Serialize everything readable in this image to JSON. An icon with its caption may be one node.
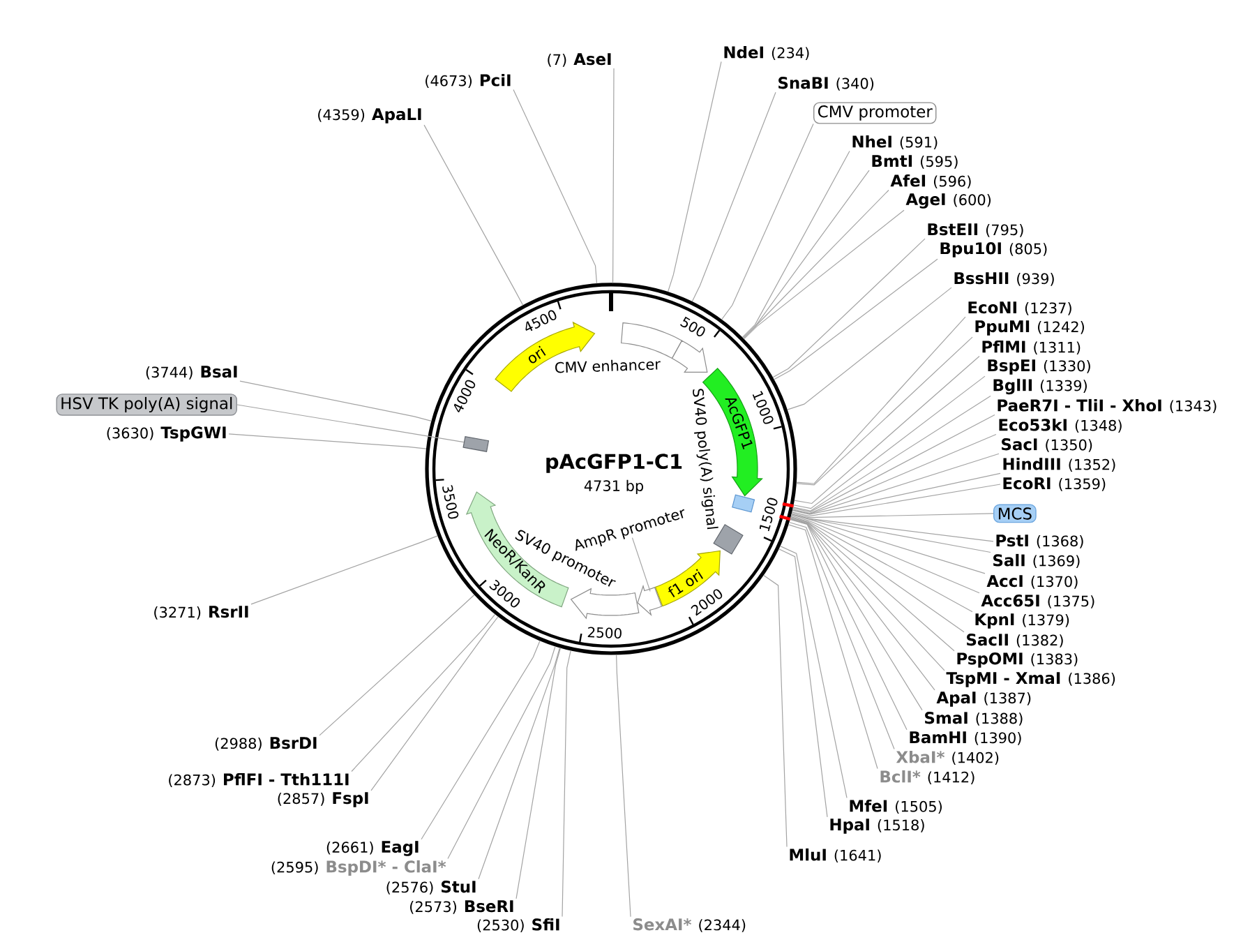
{
  "diagram": {
    "title": "pAcGFP1-C1",
    "nodes": [
      {
        "text": [
          "(7)",
          "AseI"
        ]
      },
      {
        "text": [
          "NdeI",
          "(234)"
        ]
      },
      {
        "text": [
          "SnaBI",
          "(340)"
        ]
      },
      {
        "text": [
          "CMV promoter"
        ]
      },
      {
        "text": [
          "NheI",
          "(591)"
        ]
      },
      {
        "text": [
          "BmtI",
          "(595)"
        ]
      },
      {
        "text": [
          "AfeI",
          "(596)"
        ]
      },
      {
        "text": [
          "AgeI",
          "(600)"
        ]
      },
      {
        "text": [
          "BstEII",
          "(795)"
        ]
      },
      {
        "text": [
          "Bpu10I",
          "(805)"
        ]
      },
      {
        "text": [
          "BssHII",
          "(939)"
        ]
      },
      {
        "text": [
          "EcoNI",
          "(1237)"
        ]
      },
      {
        "text": [
          "PpuMI",
          "(1242)"
        ]
      },
      {
        "text": [
          "PflMI",
          "(1311)"
        ]
      },
      {
        "text": [
          "BspEI",
          "(1330)"
        ]
      },
      {
        "text": [
          "BglII",
          "(1339)"
        ]
      },
      {
        "text": [
          "PaeR7I - TliI - XhoI",
          "(1343)"
        ]
      },
      {
        "text": [
          "Eco53kI",
          "(1348)"
        ]
      },
      {
        "text": [
          "SacI",
          "(1350)"
        ]
      },
      {
        "text": [
          "HindIII",
          "(1352)"
        ]
      },
      {
        "text": [
          "EcoRI",
          "(1359)"
        ]
      },
      {
        "text": [
          "MCS"
        ]
      },
      {
        "text": [
          "PstI",
          "(1368)"
        ]
      },
      {
        "text": [
          "SalI",
          "(1369)"
        ]
      },
      {
        "text": [
          "AccI",
          "(1370)"
        ]
      },
      {
        "text": [
          "Acc65I",
          "(1375)"
        ]
      },
      {
        "text": [
          "KpnI",
          "(1379)"
        ]
      },
      {
        "text": [
          "SacII",
          "(1382)"
        ]
      },
      {
        "text": [
          "PspOMI",
          "(1383)"
        ]
      },
      {
        "text": [
          "TspMI - XmaI",
          "(1386)"
        ]
      },
      {
        "text": [
          "ApaI",
          "(1387)"
        ]
      },
      {
        "text": [
          "SmaI",
          "(1388)"
        ]
      },
      {
        "text": [
          "BamHI",
          "(1390)"
        ]
      },
      {
        "text": [
          "XbaI*",
          "(1402)"
        ]
      },
      {
        "text": [
          "BclI*",
          "(1412)"
        ]
      },
      {
        "text": [
          "MfeI",
          "(1505)"
        ]
      },
      {
        "text": [
          "HpaI",
          "(1518)"
        ]
      },
      {
        "text": [
          "MluI",
          "(1641)"
        ]
      },
      {
        "text": [
          "SexAI*",
          "(2344)"
        ]
      },
      {
        "text": [
          "(2530)",
          "SfiI"
        ]
      },
      {
        "text": [
          "(2573)",
          "BseRI"
        ]
      },
      {
        "text": [
          "(2576)",
          "StuI"
        ]
      },
      {
        "text": [
          "(2595)",
          "BspDI* - ClaI*"
        ]
      },
      {
        "text": [
          "(2661)",
          "EagI"
        ]
      },
      {
        "text": [
          "(2857)",
          "FspI"
        ]
      },
      {
        "text": [
          "(2873)",
          "PflFI - Tth111I"
        ]
      },
      {
        "text": [
          "(2988)",
          "BsrDI"
        ]
      },
      {
        "text": [
          "(3271)",
          "RsrII"
        ]
      },
      {
        "text": [
          "(3630)",
          "TspGWI"
        ]
      },
      {
        "text": [
          "HSV TK poly(A) signal"
        ]
      },
      {
        "text": [
          "(3744)",
          "BsaI"
        ]
      },
      {
        "text": [
          "(4359)",
          "ApaLI"
        ]
      },
      {
        "text": [
          "(4673)",
          "PciI"
        ]
      },
      {
        "text": [],
        "shape": "circle"
      },
      {
        "text": [
          "CMV enhancer"
        ],
        "in": 53
      },
      {
        "text": [],
        "shape": "arrow",
        "in": 53
      },
      {
        "text": [
          "AcGFP1"
        ],
        "in": 53
      },
      {
        "text": [],
        "shape": "box",
        "in": 53
      },
      {
        "text": [
          "SV40 poly(A) signal"
        ],
        "in": 53
      },
      {
        "text": [
          "f1 ori"
        ],
        "in": 53
      },
      {
        "text": [
          "AmpR promoter"
        ],
        "in": 53
      },
      {
        "text": [],
        "shape": "arrow",
        "in": 53
      },
      {
        "text": [
          "SV40 promoter"
        ],
        "in": 53
      },
      {
        "text": [
          "NeoR/KanR"
        ],
        "in": 53
      },
      {
        "text": [],
        "shape": "box",
        "in": 53
      },
      {
        "text": [
          "ori"
        ],
        "in": 53
      }
    ],
    "edges": [
      {
        "from": 0,
        "to": 53,
        "arrow": "none"
      },
      {
        "from": 1,
        "to": 53,
        "arrow": "none"
      },
      {
        "from": 2,
        "to": 53,
        "arrow": "none"
      },
      {
        "from": 3,
        "to": 53,
        "arrow": "none"
      },
      {
        "from": 4,
        "to": 53,
        "arrow": "none"
      },
      {
        "from": 5,
        "to": 53,
        "arrow": "none"
      },
      {
        "from": 6,
        "to": 53,
        "arrow": "none"
      },
      {
        "from": 7,
        "to": 53,
        "arrow": "none"
      },
      {
        "from": 8,
        "to": 53,
        "arrow": "none"
      },
      {
        "from": 9,
        "to": 53,
        "arrow": "none"
      },
      {
        "from": 10,
        "to": 53,
        "arrow": "none"
      },
      {
        "from": 11,
        "to": 53,
        "arrow": "none"
      },
      {
        "from": 12,
        "to": 53,
        "arrow": "none"
      },
      {
        "from": 13,
        "to": 53,
        "arrow": "none"
      },
      {
        "from": 14,
        "to": 53,
        "arrow": "none"
      },
      {
        "from": 15,
        "to": 53,
        "arrow": "none"
      },
      {
        "from": 16,
        "to": 53,
        "arrow": "none"
      },
      {
        "from": 17,
        "to": 53,
        "arrow": "none"
      },
      {
        "from": 18,
        "to": 53,
        "arrow": "none"
      },
      {
        "from": 19,
        "to": 53,
        "arrow": "none"
      },
      {
        "from": 20,
        "to": 53,
        "arrow": "none"
      },
      {
        "from": 21,
        "to": 53,
        "arrow": "none"
      },
      {
        "from": 22,
        "to": 53,
        "arrow": "none"
      },
      {
        "from": 23,
        "to": 53,
        "arrow": "none"
      },
      {
        "from": 24,
        "to": 53,
        "arrow": "none"
      },
      {
        "from": 25,
        "to": 53,
        "arrow": "none"
      },
      {
        "from": 26,
        "to": 53,
        "arrow": "none"
      },
      {
        "from": 27,
        "to": 53,
        "arrow": "none"
      },
      {
        "from": 28,
        "to": 53,
        "arrow": "none"
      },
      {
        "from": 29,
        "to": 53,
        "arrow": "none"
      },
      {
        "from": 30,
        "to": 53,
        "arrow": "none"
      },
      {
        "from": 31,
        "to": 53,
        "arrow": "none"
      },
      {
        "from": 32,
        "to": 53,
        "arrow": "none"
      },
      {
        "from": 33,
        "to": 53,
        "arrow": "none"
      },
      {
        "from": 34,
        "to": 53,
        "arrow": "none"
      },
      {
        "from": 35,
        "to": 53,
        "arrow": "none"
      },
      {
        "from": 36,
        "to": 53,
        "arrow": "none"
      },
      {
        "from": 37,
        "to": 53,
        "arrow": "none"
      },
      {
        "from": 38,
        "to": 53,
        "arrow": "none"
      },
      {
        "from": 39,
        "to": 53,
        "arrow": "none"
      },
      {
        "from": 40,
        "to": 53,
        "arrow": "none"
      },
      {
        "from": 41,
        "to": 53,
        "arrow": "none"
      },
      {
        "from": 42,
        "to": 53,
        "arrow": "none"
      },
      {
        "from": 43,
        "to": 53,
        "arrow": "none"
      },
      {
        "from": 44,
        "to": 53,
        "arrow": "none"
      },
      {
        "from": 45,
        "to": 53,
        "arrow": "none"
      },
      {
        "from": 46,
        "to": 53,
        "arrow": "none"
      },
      {
        "from": 47,
        "to": 53,
        "arrow": "none"
      },
      {
        "from": 48,
        "to": 53,
        "arrow": "none"
      },
      {
        "from": 49,
        "to": 64,
        "arrow": "none"
      },
      {
        "from": 50,
        "to": 53,
        "arrow": "none"
      },
      {
        "from": 51,
        "to": 53,
        "arrow": "none"
      },
      {
        "from": 52,
        "to": 53,
        "arrow": "none"
      },
      {
        "from": 60,
        "to": 61,
        "arrow": "none"
      }
    ],
    "labels": [
      "4731 bp",
      "500",
      "1000",
      "1500",
      "2000",
      "2500",
      "3000",
      "3500",
      "4000",
      "4500"
    ]
  }
}
